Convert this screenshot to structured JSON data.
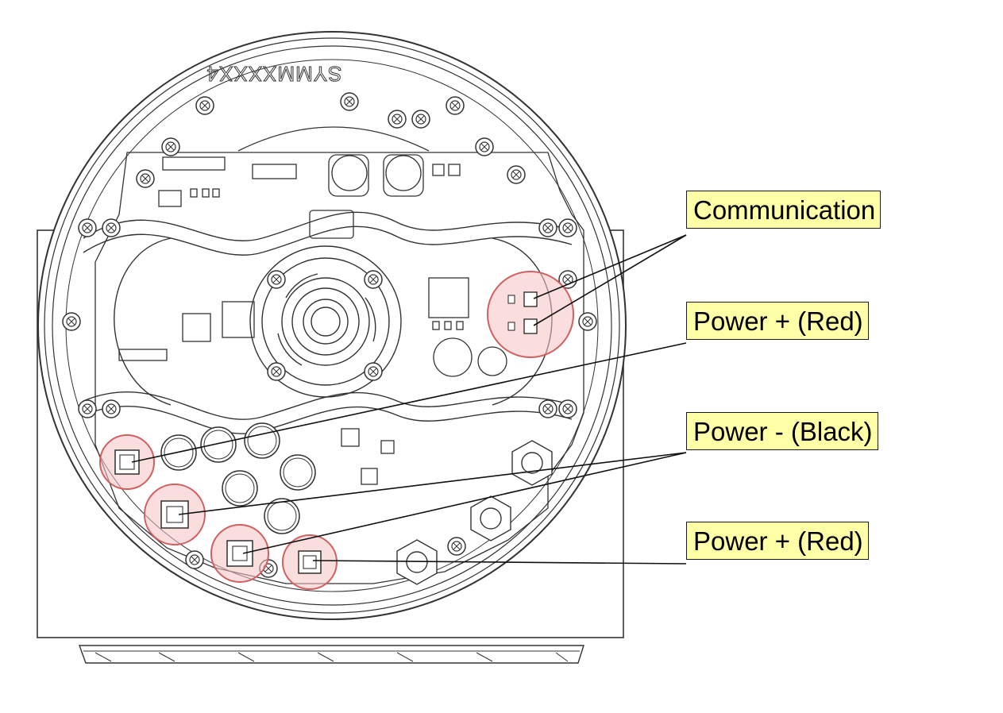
{
  "engraving": {
    "text": "SYMMXXXX4"
  },
  "callouts": {
    "communication": "Communication",
    "power_plus_1": "Power + (Red)",
    "power_minus": "Power - (Black)",
    "power_plus_2": "Power + (Red)"
  },
  "colors": {
    "callout_fill": "#ffffa8",
    "highlight_fill": "#f6c3c3",
    "highlight_stroke": "#d06060",
    "line_art": "#333333"
  }
}
